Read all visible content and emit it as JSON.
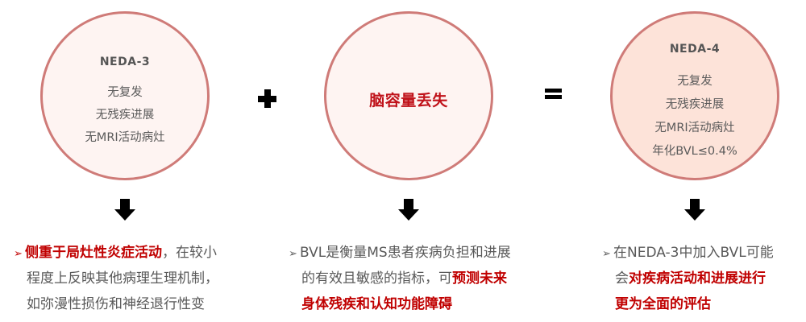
{
  "circles": {
    "neda3": {
      "title": "NEDA-3",
      "lines": [
        "无复发",
        "无残疾进展",
        "无MRI活动病灶"
      ]
    },
    "brain_volume_loss": {
      "label": "脑容量丢失"
    },
    "neda4": {
      "title": "NEDA-4",
      "lines": [
        "无复发",
        "无残疾进展",
        "无MRI活动病灶",
        "年化BVL≤0.4%"
      ]
    }
  },
  "operators": {
    "plus": "plus-icon",
    "equals": "equals-icon"
  },
  "arrows": [
    "down-arrow-icon",
    "down-arrow-icon",
    "down-arrow-icon"
  ],
  "notes": {
    "neda3": {
      "bullet": "➢",
      "highlight": "侧重于局灶性炎症活动",
      "line1_rest": "，在较小",
      "line2": "程度上反映其他病理生理机制，",
      "line3": "如弥漫性损伤和神经退行性变"
    },
    "bvl": {
      "bullet": "➢",
      "line1": "BVL是衡量MS患者疾病负担和进展",
      "line2_plain": "的有效且敏感的指标，可",
      "line2_highlight": "预测未来",
      "line3_highlight": "身体残疾和认知功能障碍"
    },
    "neda4": {
      "bullet": "➢",
      "line1": "在NEDA-3中加入BVL可能",
      "line2_plain": "会",
      "line2_highlight": "对疾病活动和进展进行",
      "line3_highlight": "更为全面的评估"
    }
  },
  "colors": {
    "circle_border": "#cf7b78",
    "circle_fill": "#fef4f2",
    "circle_fill_neda4": "#fde3d9",
    "highlight_red": "#c00000",
    "text_gray": "#595959"
  }
}
